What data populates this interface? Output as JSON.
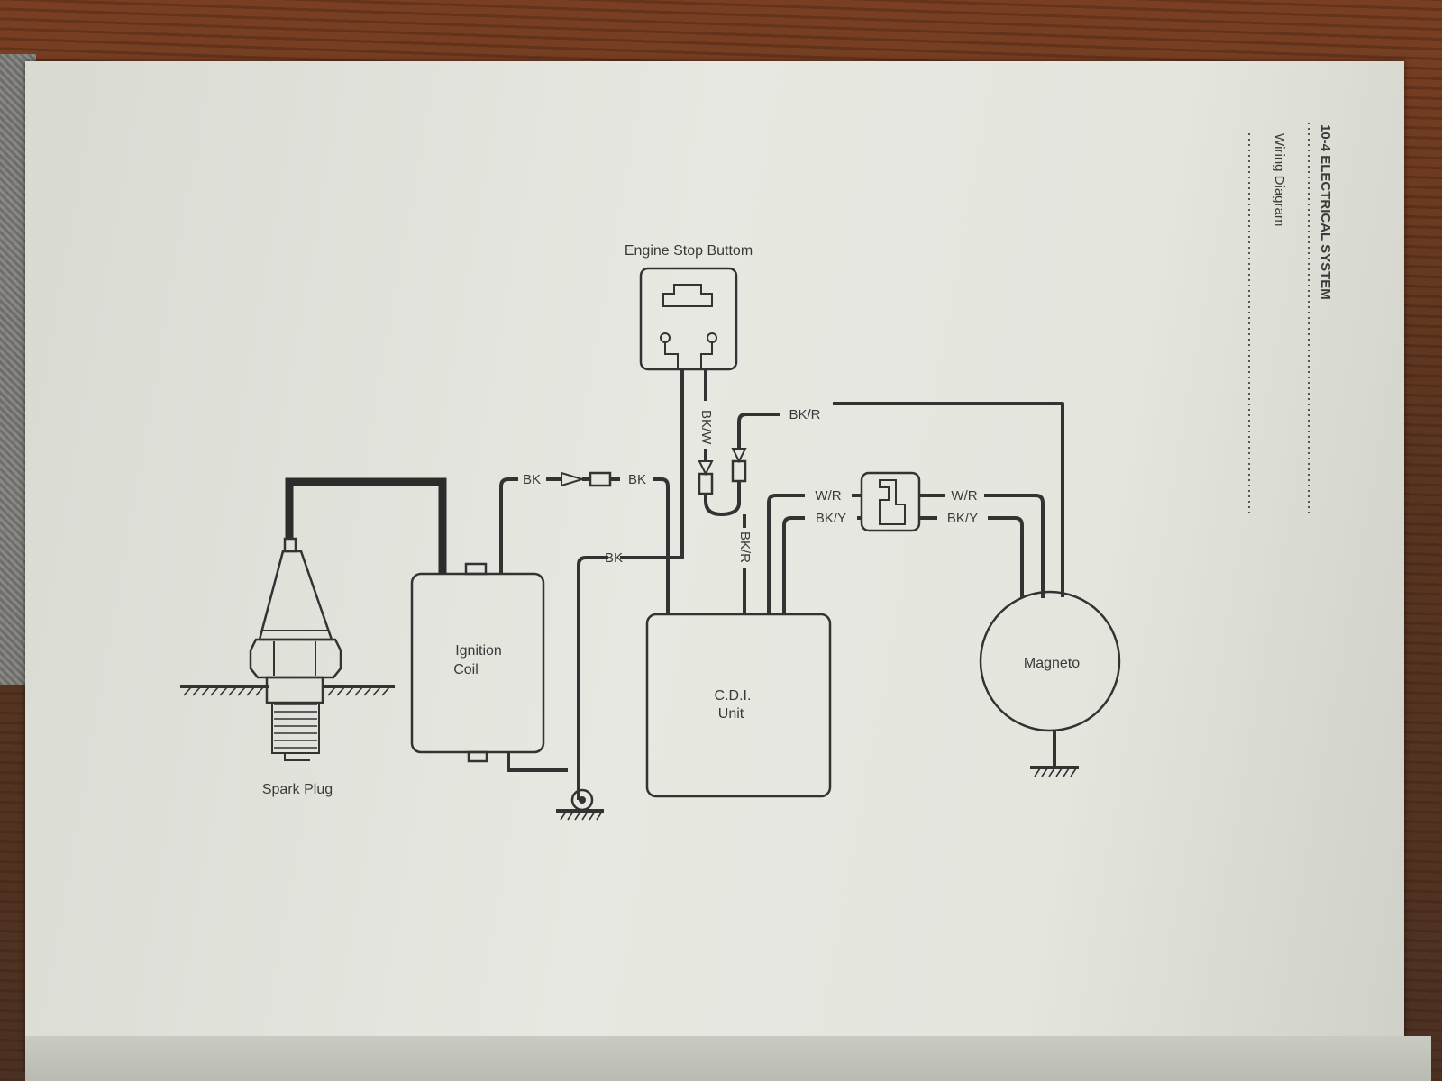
{
  "header": {
    "section": "10-4 ELECTRICAL SYSTEM",
    "subtitle": "Wiring Diagram"
  },
  "components": {
    "engine_stop": "Engine Stop Buttom",
    "ignition_coil_line1": "Ignition",
    "ignition_coil_line2": "Coil",
    "cdi_line1": "C.D.I.",
    "cdi_line2": "Unit",
    "magneto": "Magneto",
    "spark_plug": "Spark Plug"
  },
  "wires": {
    "bk_w": "BK/W",
    "bk_r_top": "BK/R",
    "bk_r_mid": "BK/R",
    "bk_coil": "BK",
    "bk_cdi": "BK",
    "bk_ground": "BK",
    "w_r_cdi": "W/R",
    "bk_y_cdi": "BK/Y",
    "w_r_mag": "W/R",
    "bk_y_mag": "BK/Y"
  },
  "colors": {
    "paper": "#e4e6de",
    "ink": "#333333",
    "wood": "#6b4a33"
  }
}
